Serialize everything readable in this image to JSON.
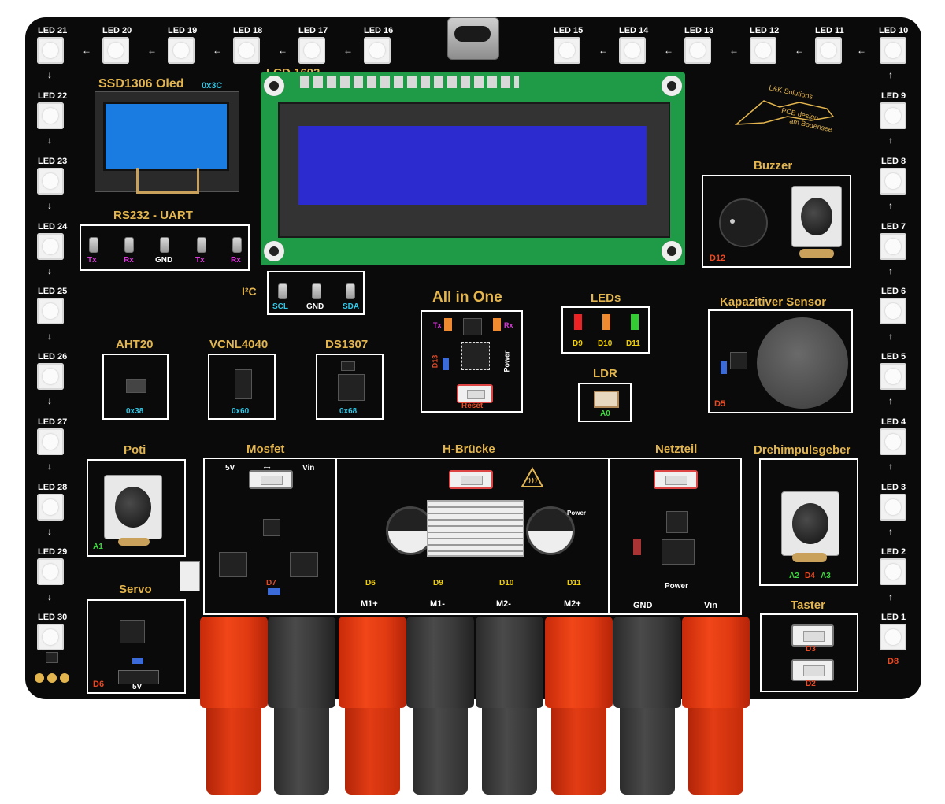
{
  "leds": {
    "top": [
      "LED 21",
      "LED 20",
      "LED 19",
      "LED 18",
      "LED 17",
      "LED 16",
      "LED 15",
      "LED 14",
      "LED 13",
      "LED 12",
      "LED 11",
      "LED 10"
    ],
    "left": [
      "LED 22",
      "LED 23",
      "LED 24",
      "LED 25",
      "LED 26",
      "LED 27",
      "LED 28",
      "LED 29",
      "LED 30"
    ],
    "right": [
      "LED 9",
      "LED 8",
      "LED 7",
      "LED 6",
      "LED 5",
      "LED 4",
      "LED 3",
      "LED 2",
      "LED 1"
    ],
    "arrow_left": "←",
    "arrow_down": "↓",
    "arrow_up": "↑"
  },
  "oled": {
    "title": "SSD1306 Oled",
    "addr": "0x3C"
  },
  "lcd": {
    "title": "LCD 1602"
  },
  "logo": {
    "line1": "L&K Solutions",
    "line2": "PCB design",
    "line3": "am Bodensee"
  },
  "buzzer": {
    "title": "Buzzer",
    "pin": "D12"
  },
  "uart": {
    "title": "RS232  -  UART",
    "pins": [
      "Tx",
      "Rx",
      "GND",
      "Tx",
      "Rx"
    ]
  },
  "i2c": {
    "title": "I²C",
    "pins": [
      "SCL",
      "GND",
      "SDA"
    ]
  },
  "allinone": {
    "title": "All in One",
    "tx": "Tx",
    "rx": "Rx",
    "d13": "D13",
    "power": "Power",
    "reset": "Reset"
  },
  "leds_block": {
    "title": "LEDs",
    "pins": [
      "D9",
      "D10",
      "D11"
    ]
  },
  "ldr": {
    "title": "LDR",
    "pin": "A0"
  },
  "kap": {
    "title": "Kapazitiver Sensor",
    "pin": "D5"
  },
  "aht20": {
    "title": "AHT20",
    "addr": "0x38"
  },
  "vcnl": {
    "title": "VCNL4040",
    "addr": "0x60"
  },
  "ds1307": {
    "title": "DS1307",
    "addr": "0x68"
  },
  "poti": {
    "title": "Poti",
    "pin": "A1"
  },
  "mosfet": {
    "title": "Mosfet",
    "v5": "5V",
    "arrow": "↔",
    "vin": "Vin",
    "d7": "D7"
  },
  "hbridge": {
    "title": "H-Brücke",
    "power": "Power",
    "pins": [
      "D6",
      "D9",
      "D10",
      "D11"
    ],
    "outs": [
      "M1+",
      "M1-",
      "M2-",
      "M2+"
    ]
  },
  "netzteil": {
    "title": "Netzteil",
    "power": "Power",
    "gnd": "GND",
    "vin": "Vin"
  },
  "dreh": {
    "title": "Drehimpulsgeber",
    "pins": [
      "A2",
      "D4",
      "A3"
    ]
  },
  "servo": {
    "title": "Servo",
    "pin": "D6",
    "v5": "5V"
  },
  "taster": {
    "title": "Taster",
    "pins": [
      "D3",
      "D2"
    ]
  },
  "led1_pin": "D8",
  "colors": {
    "board": "#0a0a0a",
    "silk_gold": "#e3b54e",
    "pcb_green": "#1f9a47",
    "lcd_blue": "#2b2bd0",
    "oled_blue": "#1a7be0",
    "banana_red": "#e13a12",
    "banana_black": "#3a3a3a"
  }
}
